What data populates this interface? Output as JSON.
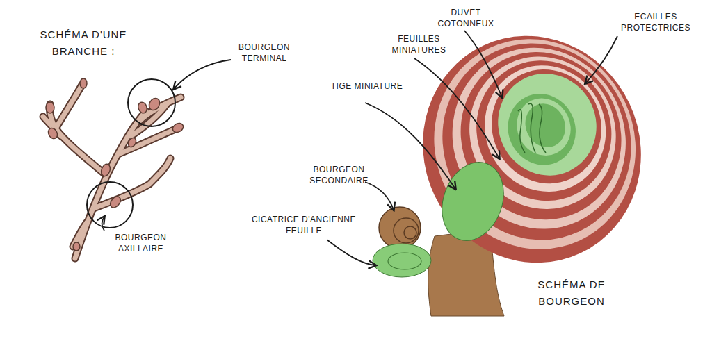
{
  "diagram": {
    "labels": [
      "SCHÉMA D'UNE BRANCHE :",
      "BOURGEON TERMINAL",
      "BOURGEON AXILLAIRE",
      "DUVET COTONNEUX",
      "ECAILLES PROTECTRICES",
      "FEUILLES MINIATURES",
      "TIGE MINIATURE",
      "BOURGEON SECONDAIRE",
      "CICATRICE D'ANCIENNE FEUILLE",
      "SCHÉMA DE BOURGEON"
    ]
  }
}
